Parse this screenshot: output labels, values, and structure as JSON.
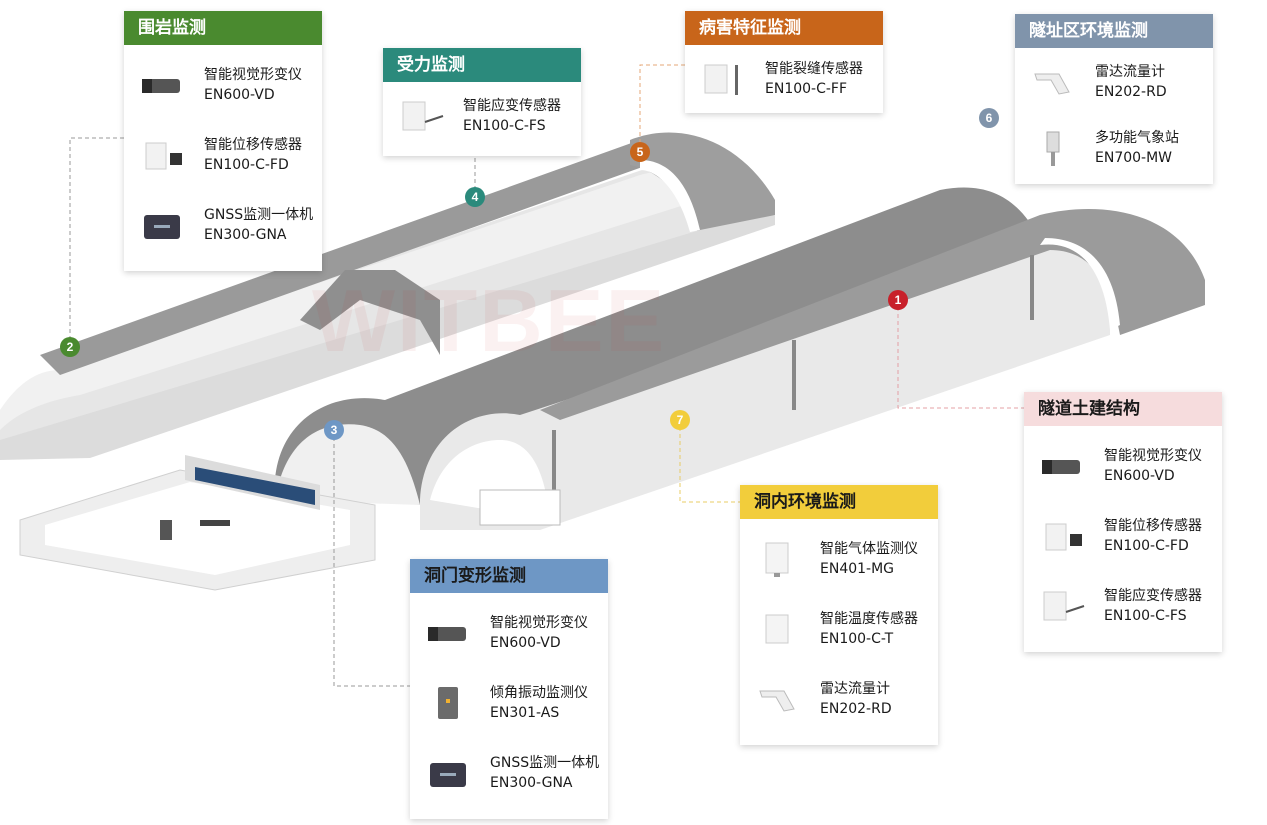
{
  "colors": {
    "green": "#4a8a2f",
    "teal": "#2b8a7c",
    "orange": "#c8651a",
    "slate": "#8094ab",
    "red": "#c8202a",
    "pink": "#f6dcdd",
    "yellow": "#f2cd3b",
    "blue": "#6e97c5"
  },
  "watermark": "WITBEE",
  "panels": {
    "surrounding_rock": {
      "title": "围岩监测",
      "items": [
        {
          "name": "智能视觉形变仪",
          "model": "EN600-VD",
          "icon": "camera-icon"
        },
        {
          "name": "智能位移传感器",
          "model": "EN100-C-FD",
          "icon": "displacement-sensor-icon"
        },
        {
          "name": "GNSS监测一体机",
          "model": "EN300-GNA",
          "icon": "gnss-icon"
        }
      ]
    },
    "stress": {
      "title": "受力监测",
      "items": [
        {
          "name": "智能应变传感器",
          "model": "EN100-C-FS",
          "icon": "strain-sensor-icon"
        }
      ]
    },
    "defect": {
      "title": "病害特征监测",
      "items": [
        {
          "name": "智能裂缝传感器",
          "model": "EN100-C-FF",
          "icon": "crack-sensor-icon"
        }
      ]
    },
    "site_env": {
      "title": "隧址区环境监测",
      "items": [
        {
          "name": "雷达流量计",
          "model": "EN202-RD",
          "icon": "radar-flowmeter-icon"
        },
        {
          "name": "多功能气象站",
          "model": "EN700-MW",
          "icon": "weather-station-icon"
        }
      ]
    },
    "civil": {
      "title": "隧道土建结构",
      "items": [
        {
          "name": "智能视觉形变仪",
          "model": "EN600-VD",
          "icon": "camera-icon"
        },
        {
          "name": "智能位移传感器",
          "model": "EN100-C-FD",
          "icon": "displacement-sensor-icon"
        },
        {
          "name": "智能应变传感器",
          "model": "EN100-C-FS",
          "icon": "strain-sensor-icon"
        }
      ]
    },
    "inner_env": {
      "title": "洞内环境监测",
      "items": [
        {
          "name": "智能气体监测仪",
          "model": "EN401-MG",
          "icon": "gas-monitor-icon"
        },
        {
          "name": "智能温度传感器",
          "model": "EN100-C-T",
          "icon": "temperature-sensor-icon"
        },
        {
          "name": "雷达流量计",
          "model": "EN202-RD",
          "icon": "radar-flowmeter-icon"
        }
      ]
    },
    "portal": {
      "title": "洞门变形监测",
      "items": [
        {
          "name": "智能视觉形变仪",
          "model": "EN600-VD",
          "icon": "camera-icon"
        },
        {
          "name": "倾角振动监测仪",
          "model": "EN301-AS",
          "icon": "tilt-vibration-icon"
        },
        {
          "name": "GNSS监测一体机",
          "model": "EN300-GNA",
          "icon": "gnss-icon"
        }
      ]
    }
  },
  "markers": {
    "m1": "1",
    "m2": "2",
    "m3": "3",
    "m4": "4",
    "m5": "5",
    "m6": "6",
    "m7": "7"
  }
}
